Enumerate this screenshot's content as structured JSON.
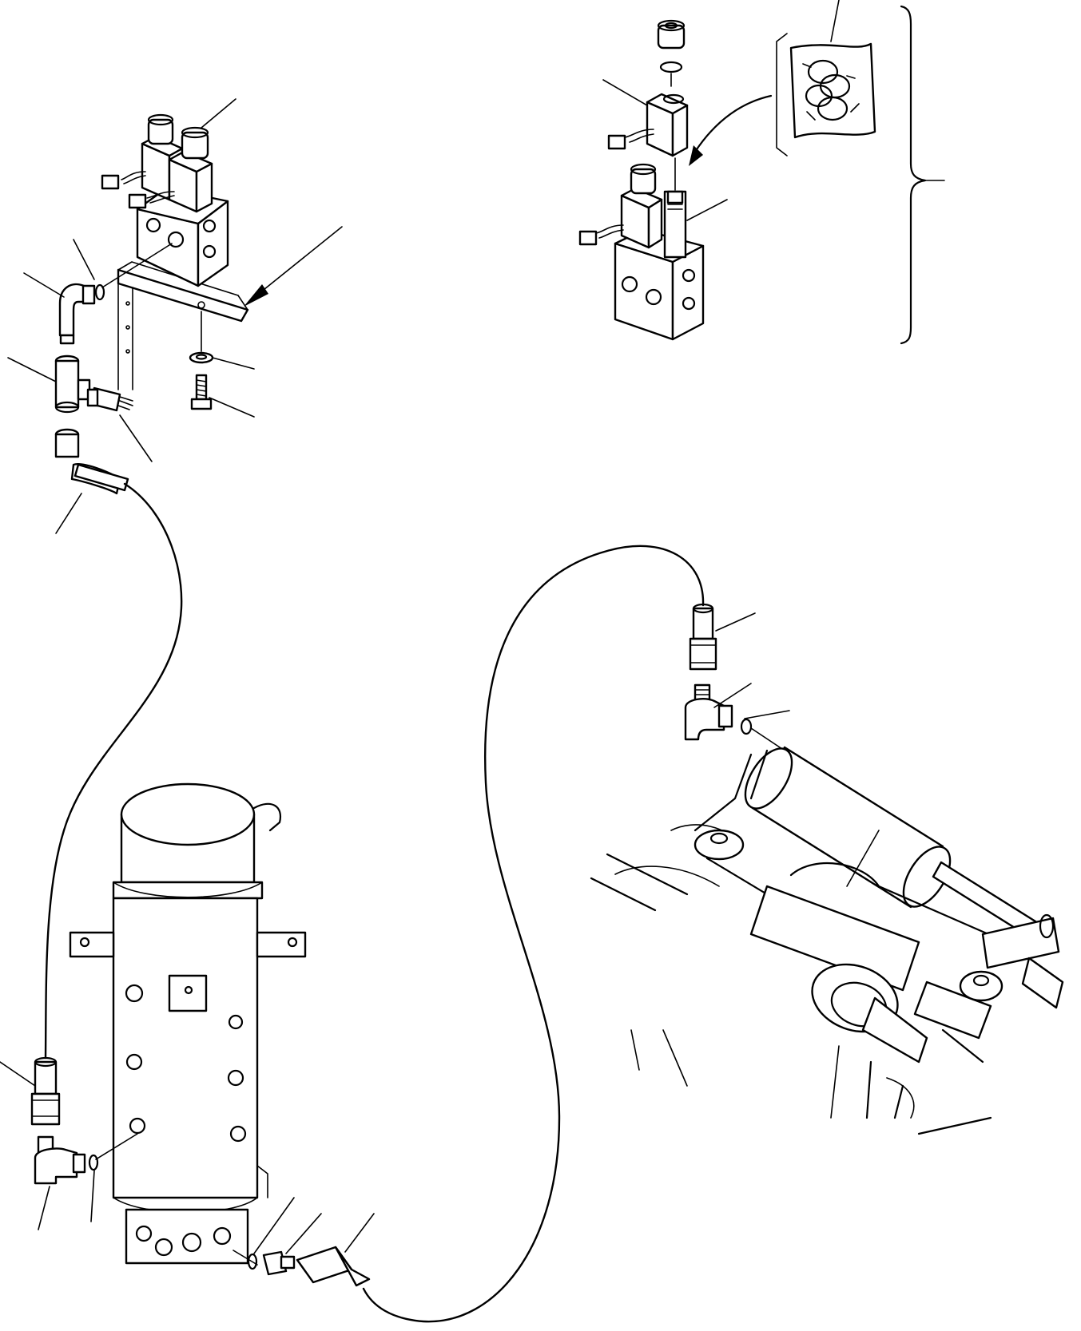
{
  "diagram": {
    "type": "exploded-parts-view",
    "text_labels": [],
    "leader_line_count": 23,
    "stroke_color": "#000000",
    "background_color": "#ffffff",
    "icons": [
      "solenoid-valve",
      "o-ring-kit-packet",
      "swivel-joint",
      "hydraulic-cylinder",
      "hose"
    ]
  }
}
